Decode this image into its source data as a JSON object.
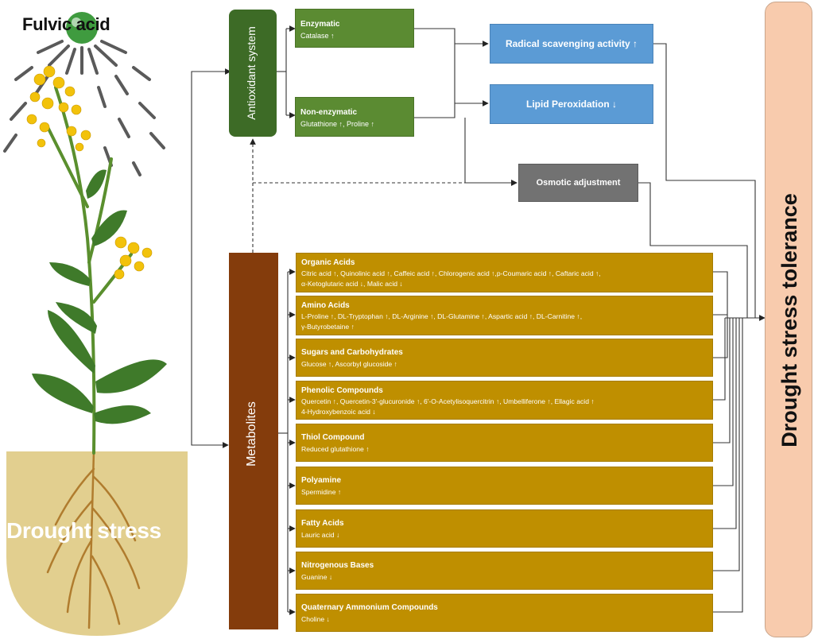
{
  "left": {
    "title": "Fulvic acid",
    "soil_label": "Drought stress"
  },
  "antioxidant": {
    "label": "Antioxidant system",
    "enzymatic": {
      "title": "Enzymatic",
      "detail": "Catalase ↑"
    },
    "non_enzymatic": {
      "title": "Non-enzymatic",
      "detail": "Glutathione ↑, Proline ↑"
    }
  },
  "effects": {
    "radical": "Radical scavenging activity ↑",
    "lipid": "Lipid Peroxidation ↓",
    "osmotic": "Osmotic adjustment"
  },
  "metabolites": {
    "label": "Metabolites",
    "groups": [
      {
        "title": "Organic Acids",
        "lines": [
          "Citric acid ↑, Quinolinic acid ↑,  Caffeic acid ↑, Chlorogenic acid ↑,p-Coumaric acid ↑,  Caftaric acid ↑,",
          "α-Ketoglutaric acid ↓, Malic acid ↓"
        ]
      },
      {
        "title": "Amino Acids",
        "lines": [
          "L-Proline ↑, DL-Tryptophan ↑, DL-Arginine ↑, DL-Glutamine ↑,  Aspartic acid ↑, DL-Carnitine ↑,",
          "γ-Butyrobetaine ↑"
        ]
      },
      {
        "title": "Sugars and Carbohydrates",
        "lines": [
          "Glucose ↑, Ascorbyl glucoside ↑"
        ]
      },
      {
        "title": "Phenolic Compounds",
        "lines": [
          "Quercetin ↑, Quercetin-3'-glucuronide ↑, 6'-O-Acetylisoquercitrin ↑, Umbelliferone ↑, Ellagic acid ↑",
          "4-Hydroxybenzoic acid ↓"
        ]
      },
      {
        "title": "Thiol Compound",
        "lines": [
          "Reduced glutathione ↑"
        ]
      },
      {
        "title": "Polyamine",
        "lines": [
          "Spermidine ↑"
        ]
      },
      {
        "title": "Fatty Acids",
        "lines": [
          "Lauric acid ↓"
        ]
      },
      {
        "title": "Nitrogenous Bases",
        "lines": [
          "Guanine ↓"
        ]
      },
      {
        "title": "Quaternary Ammonium Compounds",
        "lines": [
          "Choline ↓"
        ]
      }
    ]
  },
  "outcome": {
    "label": "Drought stress tolerance"
  },
  "colors": {
    "green": "#5b8b32",
    "dark_green": "#3d6b26",
    "blue": "#5b9bd5",
    "gray": "#727272",
    "gold": "#bf8f00",
    "brown": "#843c0c",
    "peach": "#f8cbad",
    "soil": "#e2cf8f"
  }
}
